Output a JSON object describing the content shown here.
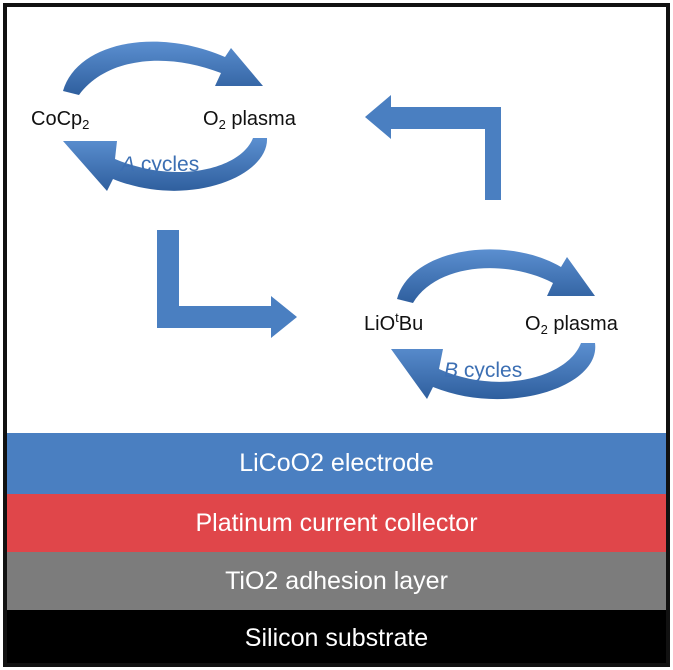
{
  "cycle_a": {
    "precursor": "CoCp",
    "precursor_sub": "2",
    "oxidant_pre": "O",
    "oxidant_sub": "2",
    "oxidant_post": " plasma",
    "cycle_letter": "A",
    "cycle_text": " cycles"
  },
  "cycle_b": {
    "precursor_pre": "LiO",
    "precursor_sup": "t",
    "precursor_post": "Bu",
    "oxidant_pre": "O",
    "oxidant_sub": "2",
    "oxidant_post": " plasma",
    "cycle_letter": "B",
    "cycle_text": " cycles"
  },
  "layers": [
    {
      "label": "LiCoO2 electrode",
      "color": "#4a7fc1"
    },
    {
      "label": "Platinum current collector",
      "color": "#e0464a"
    },
    {
      "label": "TiO2 adhesion layer",
      "color": "#7c7c7c"
    },
    {
      "label": "Silicon substrate",
      "color": "#000000"
    }
  ],
  "colors": {
    "arrow": "#4a7fc1",
    "arrow_dark": "#2f5f9e",
    "cycle_text": "#3c6fb3"
  }
}
